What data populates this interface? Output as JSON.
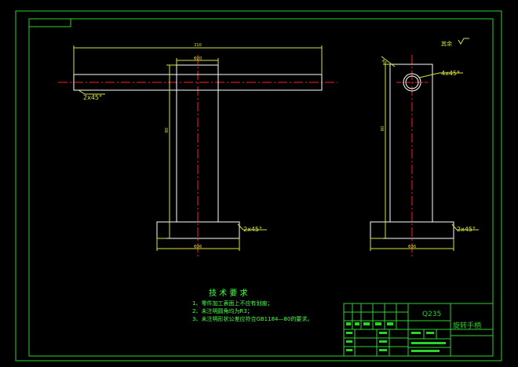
{
  "colors": {
    "background": "#000000",
    "frame": "#2bd22b",
    "outline": "#ffffff",
    "dimension": "#d8e040",
    "center_line": "#ff2020",
    "note_text": "#4cff4c"
  },
  "front_view": {
    "overall_width_dim": "210",
    "stem_width_dim": "Φ20",
    "stem_height_dim": "80",
    "base_width_dim": "Φ36",
    "chamfer_top": "2x45°",
    "chamfer_base": "2x45°"
  },
  "side_view": {
    "roughness_mark": "其余",
    "top_chamfer_dim": "R6",
    "hole_chamfer": "4x45°",
    "height_dim": "80",
    "base_width_dim": "Φ36",
    "chamfer_base": "2x45°"
  },
  "technical_requirements": {
    "title": "技 术 要 求",
    "items": [
      "1、零件加工表面上不应有划痕；",
      "2、未注明圆角均为R3；",
      "3、未注明形状公差应符合GB1184—80的要求。"
    ]
  },
  "title_block": {
    "material": "Q235",
    "part_name": "旋转手柄"
  }
}
